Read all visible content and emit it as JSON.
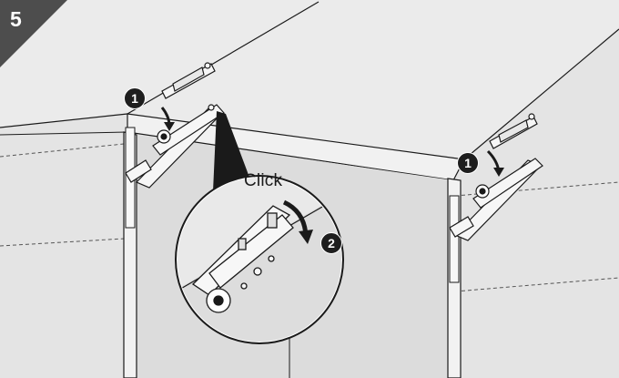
{
  "step": {
    "number": "5",
    "badge_color": "#4d4d4d"
  },
  "callouts": {
    "left_lift": "1",
    "right_lift": "1",
    "magnified_push": "2"
  },
  "magnifier": {
    "label": "Click"
  },
  "colors": {
    "wall": "#e3e3e3",
    "ceiling": "#ececec",
    "cabinet_front": "#e6e6e6",
    "cabinet_interior": "#d9d9d9",
    "line": "#1a1a1a",
    "metal": "#f4f4f4",
    "callout": "#1e1e1e"
  },
  "icons": [
    "down-curved-arrow-icon",
    "magnifier-pointer"
  ]
}
